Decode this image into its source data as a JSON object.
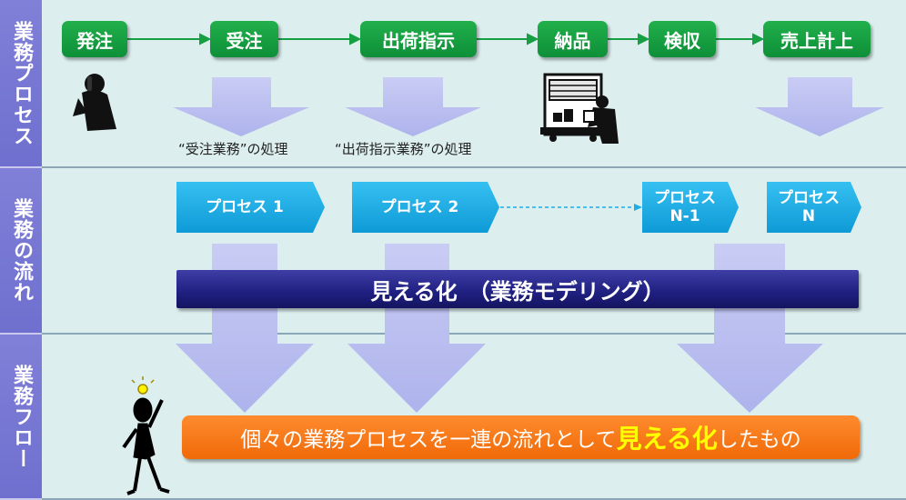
{
  "sidebar": {
    "sections": [
      {
        "label": "業務プロセス"
      },
      {
        "label": "業務の流れ"
      },
      {
        "label": "業務フロー"
      }
    ]
  },
  "process": {
    "steps": [
      "発注",
      "受注",
      "出荷指示",
      "納品",
      "検収",
      "売上計上"
    ],
    "captions": [
      "“受注業務”の処理",
      "“出荷指示業務”の処理"
    ]
  },
  "flow": {
    "chevrons": [
      {
        "line1": "プロセス 1",
        "line2": ""
      },
      {
        "line1": "プロセス 2",
        "line2": ""
      },
      {
        "line1": "プロセス",
        "line2": "N-1"
      },
      {
        "line1": "プロセス",
        "line2": "N"
      }
    ],
    "banner": "見える化　（業務モデリング）"
  },
  "result": {
    "text_before": "個々の業務プロセスを一連の流れとして",
    "highlight": "見える化",
    "text_after": "したもの"
  },
  "colors": {
    "band_bg": "#dcefee",
    "sidebar": "#7474d2",
    "step_green": "#13993f",
    "chevron_blue": "#1aaee6",
    "arrow_lavender": "#bfc3f0",
    "banner_navy": "#1f1f80",
    "result_orange": "#f47a1a",
    "highlight_yellow": "#ffff00"
  },
  "icons": [
    "phone-person-icon",
    "delivery-truck-icon",
    "idea-person-icon"
  ]
}
